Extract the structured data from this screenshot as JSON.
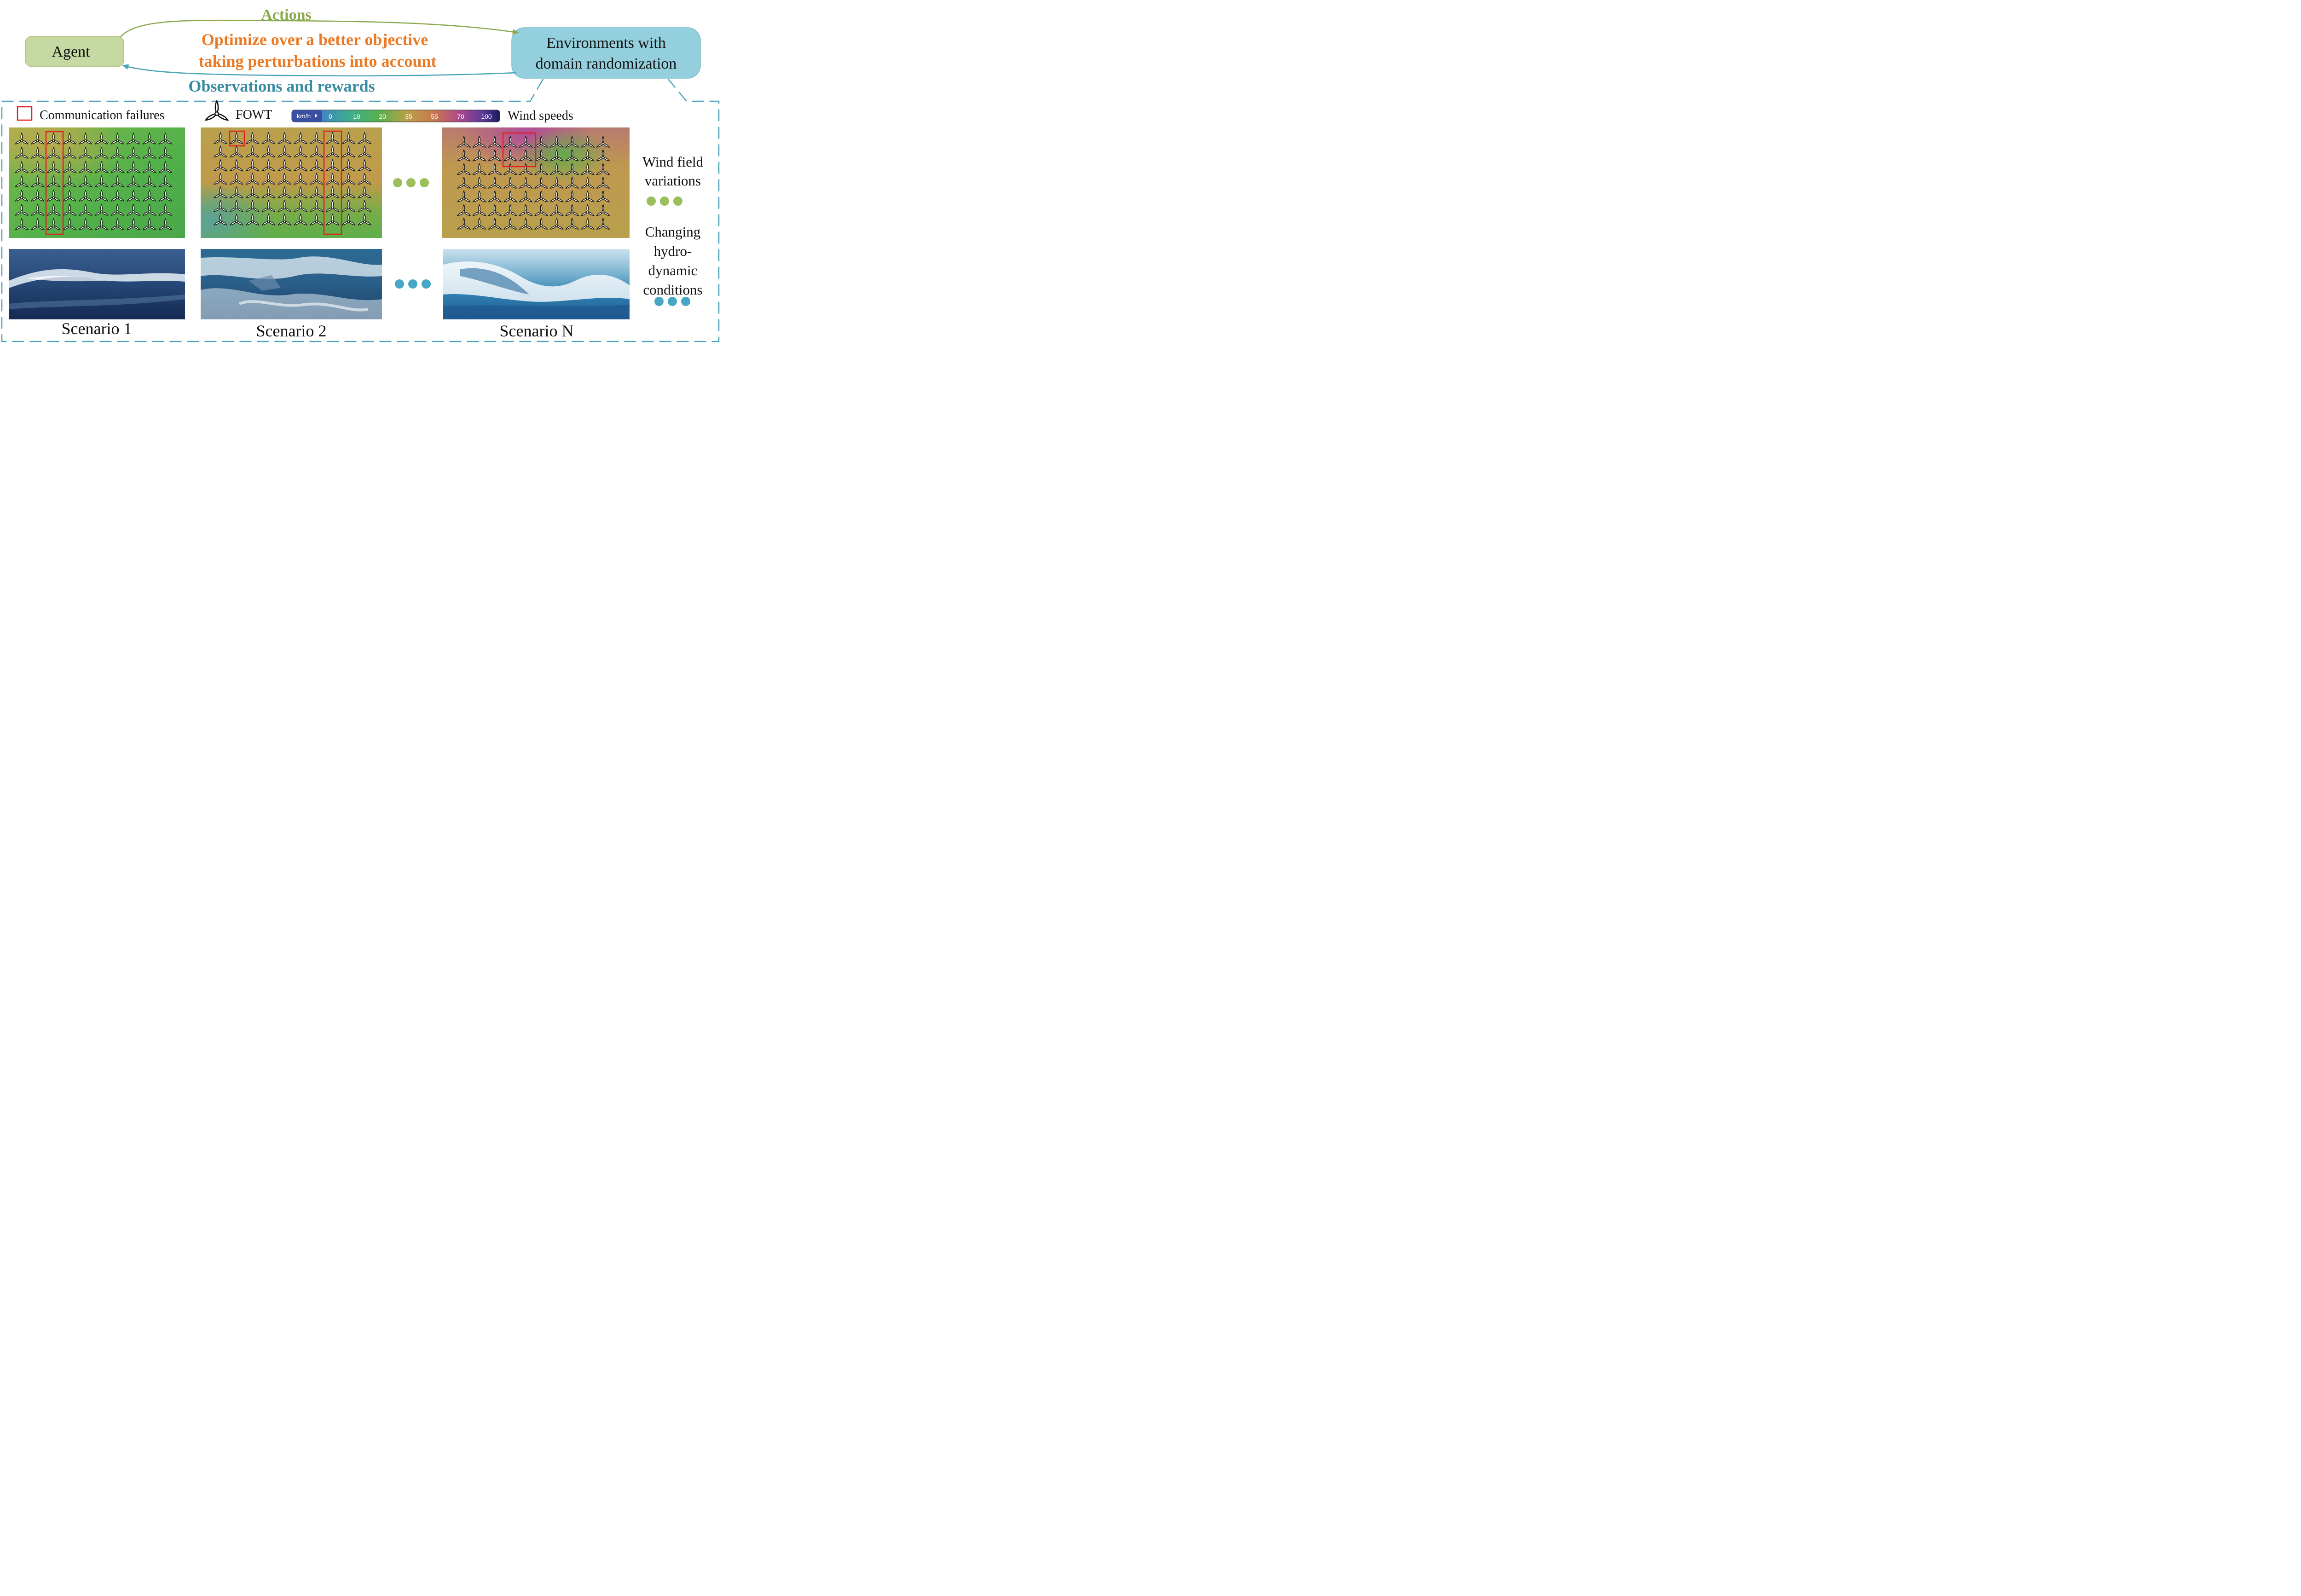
{
  "agent": {
    "label": "Agent"
  },
  "environment": {
    "line1": "Environments with",
    "line2": "domain randomization"
  },
  "arrows": {
    "actions": "Actions",
    "objective_line1": "Optimize over a better objective",
    "objective_line2": "taking perturbations into account",
    "observations": "Observations and rewards"
  },
  "legend": {
    "comm_failures": "Communication failures",
    "fowt": "FOWT",
    "wind_speeds": "Wind speeds",
    "colorbar_unit": "km/h",
    "colorbar_ticks": [
      "0",
      "10",
      "20",
      "35",
      "55",
      "70",
      "100"
    ]
  },
  "side_labels": {
    "wind_line1": "Wind field",
    "wind_line2": "variations",
    "hydro_line1": "Changing",
    "hydro_line2": "hydro-",
    "hydro_line3": "dynamic",
    "hydro_line4": "conditions"
  },
  "scenarios": [
    {
      "label": "Scenario 1"
    },
    {
      "label": "Scenario 2"
    },
    {
      "label": "Scenario N"
    }
  ],
  "colors": {
    "agent_fill": "#c6d9a3",
    "env_fill": "#93cfdd",
    "actions_green": "#8aa84e",
    "objective_orange": "#ea7a24",
    "observation_teal": "#3a8ca3",
    "failure_red": "#e02020",
    "dots_green": "#9bbf5a",
    "dots_teal": "#46a8c6"
  }
}
